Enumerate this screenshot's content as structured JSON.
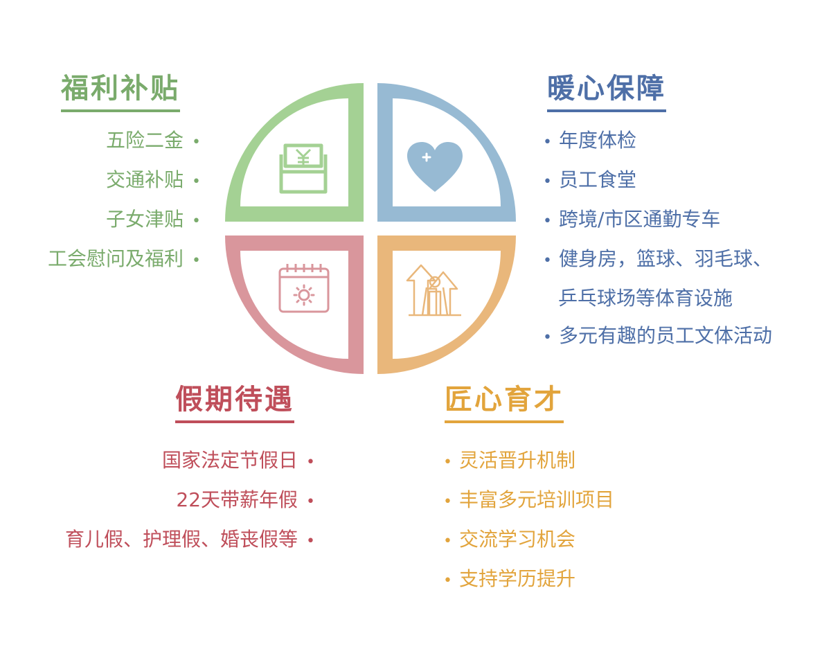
{
  "colors": {
    "green": "#7aab6c",
    "green_fill": "#a4d194",
    "blue": "#4e6fa7",
    "blue_fill": "#97bad3",
    "red": "#bf4e5a",
    "red_fill": "#d9969c",
    "orange": "#e2a43c",
    "orange_fill": "#e9b77b"
  },
  "welfare": {
    "title": "福利补贴",
    "icon": "wallet-yen-icon",
    "items": [
      "五险二金",
      "交通补贴",
      "子女津贴",
      "工会慰问及福利"
    ]
  },
  "care": {
    "title": "暖心保障",
    "icon": "heart-plus-icon",
    "items": [
      "年度体检",
      "员工食堂",
      "跨境/市区通勤专车",
      "健身房，篮球、羽毛球、",
      "乒乓球场等体育设施",
      "多元有趣的员工文体活动"
    ]
  },
  "holiday": {
    "title": "假期待遇",
    "icon": "calendar-sun-icon",
    "items": [
      "国家法定节假日",
      "22天带薪年假",
      "育儿假、护理假、婚丧假等"
    ]
  },
  "talent": {
    "title": "匠心育才",
    "icon": "person-growth-arrows-icon",
    "items": [
      "灵活晋升机制",
      "丰富多元培训项目",
      "交流学习机会",
      "支持学历提升"
    ]
  }
}
